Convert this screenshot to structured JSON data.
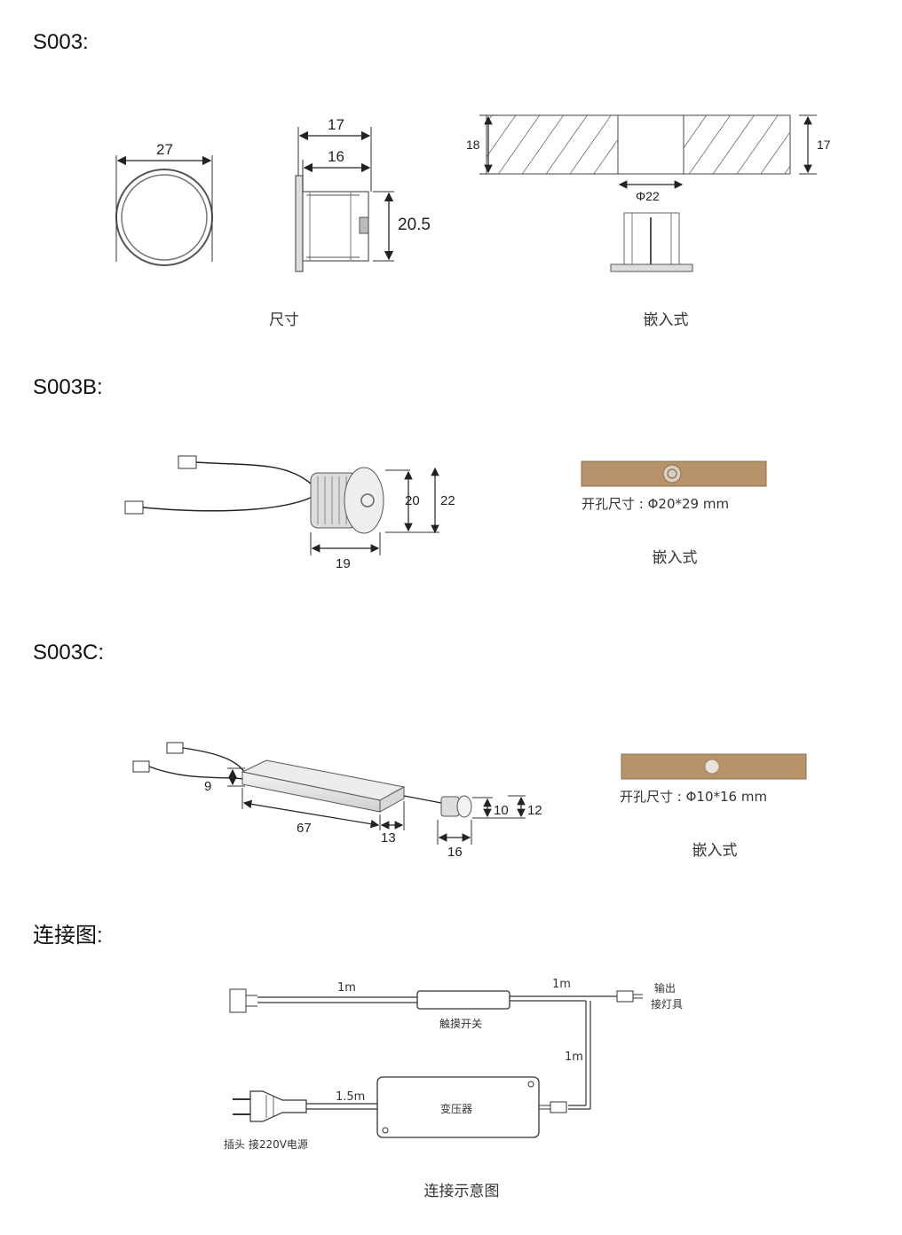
{
  "sections": {
    "s003": {
      "heading": "S003:",
      "caption_size": "尺寸",
      "caption_mount": "嵌入式",
      "dims": {
        "d27": "27",
        "d17": "17",
        "d16": "16",
        "d205": "20.5",
        "d18": "18",
        "d17r": "17",
        "phi22": "Φ22"
      }
    },
    "s003b": {
      "heading": "S003B:",
      "caption_mount": "嵌入式",
      "hole_label": "开孔尺寸 : Φ20*29 mm",
      "dims": {
        "d20": "20",
        "d22": "22",
        "d19": "19"
      }
    },
    "s003c": {
      "heading": "S003C:",
      "caption_mount": "嵌入式",
      "hole_label": "开孔尺寸 : Φ10*16 mm",
      "dims": {
        "d9": "9",
        "d67": "67",
        "d13": "13",
        "d16": "16",
        "d10": "10",
        "d12": "12"
      }
    },
    "wiring": {
      "heading": "连接图:",
      "len_1m_a": "1m",
      "len_1m_b": "1m",
      "len_1m_c": "1m",
      "len_15m": "1.5m",
      "touch_switch": "触摸开关",
      "output": "输出",
      "to_light": "接灯具",
      "transformer": "变压器",
      "plug": "插头  接220V电源",
      "caption": "连接示意图"
    }
  },
  "colors": {
    "wood": "#b8936a",
    "wood_edge": "#8d6d4a",
    "line": "#333333"
  }
}
